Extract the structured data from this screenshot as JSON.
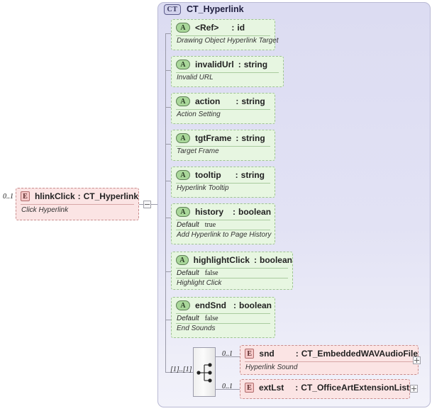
{
  "diagram": {
    "kind": "xsd-schema-diagram",
    "colors": {
      "element_fill": "#fbe4e4",
      "element_border": "#c98d8d",
      "attribute_fill": "#e7f6e1",
      "attribute_border": "#9ec392",
      "complextype_fill": "#dcdcf2",
      "complextype_border": "#b9b9d4",
      "connector": "#9a9aa8"
    }
  },
  "root_element": {
    "badge": "E",
    "name": "hlinkClick",
    "separator": ":",
    "type": "CT_Hyperlink",
    "documentation": "Click Hyperlink",
    "cardinality": "0..1",
    "toggle": "minus-toggle"
  },
  "complex_type": {
    "badge": "CT",
    "name": "CT_Hyperlink"
  },
  "attributes": [
    {
      "badge": "A",
      "name": "<Ref>",
      "separator": ":",
      "type": "id",
      "documentation": "Drawing Object Hyperlink Target",
      "default_label": null,
      "default_value": null
    },
    {
      "badge": "A",
      "name": "invalidUrl",
      "separator": ":",
      "type": "string",
      "documentation": "Invalid URL",
      "default_label": null,
      "default_value": null
    },
    {
      "badge": "A",
      "name": "action",
      "separator": ":",
      "type": "string",
      "documentation": "Action Setting",
      "default_label": null,
      "default_value": null
    },
    {
      "badge": "A",
      "name": "tgtFrame",
      "separator": ":",
      "type": "string",
      "documentation": "Target Frame",
      "default_label": null,
      "default_value": null
    },
    {
      "badge": "A",
      "name": "tooltip",
      "separator": ":",
      "type": "string",
      "documentation": "Hyperlink Tooltip",
      "default_label": null,
      "default_value": null
    },
    {
      "badge": "A",
      "name": "history",
      "separator": ":",
      "type": "boolean",
      "documentation": "Add Hyperlink to Page History",
      "default_label": "Default",
      "default_value": "true"
    },
    {
      "badge": "A",
      "name": "highlightClick",
      "separator": ":",
      "type": "boolean",
      "documentation": "Highlight Click",
      "default_label": "Default",
      "default_value": "false"
    },
    {
      "badge": "A",
      "name": "endSnd",
      "separator": ":",
      "type": "boolean",
      "documentation": "End Sounds",
      "default_label": "Default",
      "default_value": "false"
    }
  ],
  "sequence": {
    "icon": "sequence-compositor-icon",
    "cardinality": "[1]..[1]"
  },
  "child_elements": [
    {
      "badge": "E",
      "name": "snd",
      "separator": ":",
      "type": "CT_EmbeddedWAVAudioFile",
      "documentation": "Hyperlink Sound",
      "cardinality": "0..1",
      "toggle": "plus-toggle"
    },
    {
      "badge": "E",
      "name": "extLst",
      "separator": ":",
      "type": "CT_OfficeArtExtensionList",
      "documentation": null,
      "cardinality": "0..1",
      "toggle": "plus-toggle"
    }
  ]
}
